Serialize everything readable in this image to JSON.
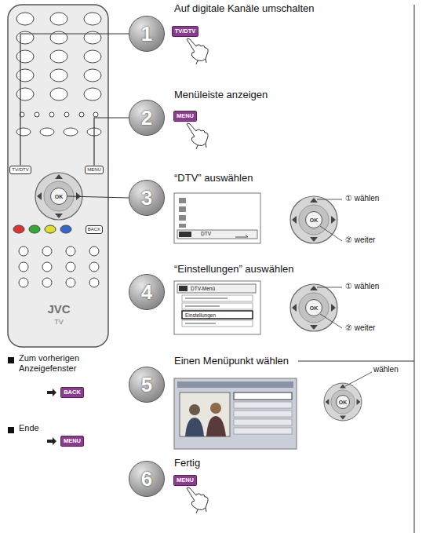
{
  "diagram": {
    "nodes": [
      {
        "text": [
          "JVC",
          "TV"
        ]
      },
      {
        "text": [
          "TV/DTV"
        ],
        "in": 0
      },
      {
        "text": [
          "MENU"
        ],
        "in": 0
      },
      {
        "text": [
          "OK"
        ],
        "in": 0
      },
      {
        "text": [
          "BACK"
        ],
        "in": 0
      },
      {
        "text": [
          "1"
        ]
      },
      {
        "text": [
          "TV/DTV"
        ]
      },
      {
        "text": [
          "2"
        ]
      },
      {
        "text": [
          "MENU"
        ]
      },
      {
        "text": [
          "3"
        ]
      },
      {
        "text": [
          "OK"
        ]
      },
      {
        "text": [
          "4"
        ]
      },
      {
        "text": [
          "OK"
        ]
      },
      {
        "text": [
          "5"
        ]
      },
      {
        "text": [
          "OK"
        ]
      },
      {
        "text": [
          "6"
        ]
      },
      {
        "text": [
          "MENU"
        ]
      },
      {
        "text": [
          "BACK"
        ]
      },
      {
        "text": [
          "MENU"
        ]
      }
    ],
    "edges": [
      {
        "from": 5,
        "to": 1,
        "arrow": "none"
      },
      {
        "from": 7,
        "to": 2,
        "arrow": "none"
      },
      {
        "from": 9,
        "to": 3,
        "arrow": "none"
      }
    ],
    "labels": [
      "Auf digitale Kanäle umschalten",
      "Menüleiste anzeigen",
      "“DTV” auswählen",
      "DTV",
      "① wählen",
      "② weiter",
      "“Einstellungen” auswählen",
      "DTV-Menü",
      "Einstellungen",
      "① wählen",
      "② weiter",
      "Einen Menüpunkt wählen",
      "wählen",
      "Fertig",
      "Zum vorherigen Anzeigefenster",
      "Ende"
    ]
  }
}
